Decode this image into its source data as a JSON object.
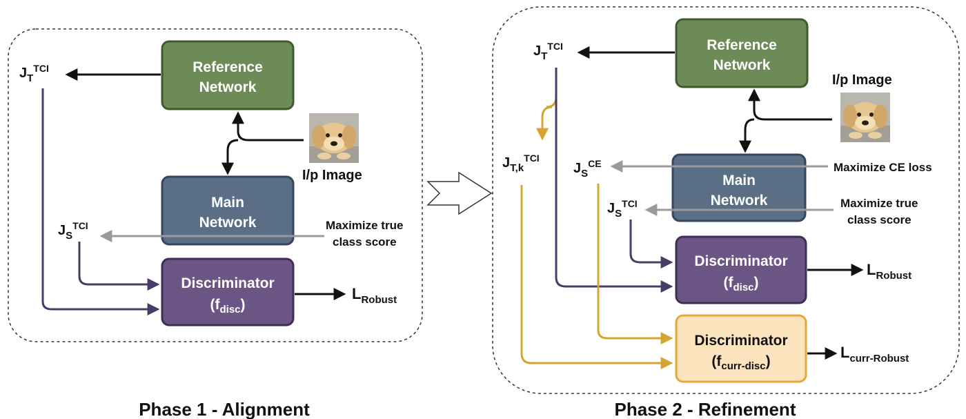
{
  "colors": {
    "reference": "#6d8b57",
    "reference_border": "#3e5a2e",
    "main": "#5a6f86",
    "main_border": "#33465e",
    "disc": "#6b5584",
    "disc_border": "#3e2d55",
    "curr_disc": "#fbe3bd",
    "curr_disc_border": "#e3a83a",
    "gold_arrow": "#d6a431",
    "purple_arrow": "#4a3a68",
    "gray_arrow": "#9a9a9a"
  },
  "phase1": {
    "caption": "Phase 1 - Alignment",
    "reference": {
      "line1": "Reference",
      "line2": "Network"
    },
    "main": {
      "line1": "Main",
      "line2": "Network"
    },
    "disc": {
      "line1": "Discriminator",
      "f": "(f",
      "sub": "disc",
      "close": ")"
    },
    "input_label": "I/p Image",
    "jt": {
      "base": "J",
      "sub": "T",
      "sup": "TCI"
    },
    "js": {
      "base": "J",
      "sub": "S",
      "sup": "TCI"
    },
    "note1": "Maximize true",
    "note2": "class score",
    "loss": {
      "base": "L",
      "sub": "Robust"
    }
  },
  "phase2": {
    "caption": "Phase 2 - Refinement",
    "reference": {
      "line1": "Reference",
      "line2": "Network"
    },
    "main": {
      "line1": "Main",
      "line2": "Network"
    },
    "disc": {
      "line1": "Discriminator",
      "f": "(f",
      "sub": "disc",
      "close": ")"
    },
    "curr_disc": {
      "line1": "Discriminator",
      "f": "(f",
      "sub": "curr-disc",
      "close": ")"
    },
    "input_label": "I/p Image",
    "jt": {
      "base": "J",
      "sub": "T",
      "sup": "TCI"
    },
    "jtk": {
      "base": "J",
      "sub": "T,k",
      "sup": "TCI"
    },
    "js_ce": {
      "base": "J",
      "sub": "S",
      "sup": "CE"
    },
    "js_tci": {
      "base": "J",
      "sub": "S",
      "sup": "TCI"
    },
    "note_ce": "Maximize CE loss",
    "note1": "Maximize true",
    "note2": "class score",
    "loss": {
      "base": "L",
      "sub": "Robust"
    },
    "curr_loss": {
      "base": "L",
      "sub": "curr-Robust"
    }
  }
}
